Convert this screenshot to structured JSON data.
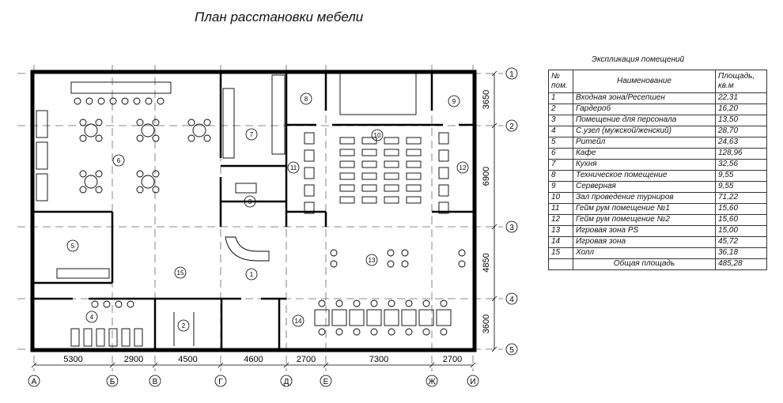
{
  "title": "План расстановки мебели",
  "explication": {
    "title": "Экспликация помещений",
    "headers": {
      "num": "№ пом.",
      "name": "Наименование",
      "area": "Площадь, кв.м"
    },
    "rows": [
      {
        "num": "1",
        "name": "Входная зона/Ресепшен",
        "area": "22,31"
      },
      {
        "num": "2",
        "name": "Гардероб",
        "area": "16,20"
      },
      {
        "num": "3",
        "name": "Помещение для персонала",
        "area": "13,50"
      },
      {
        "num": "4",
        "name": "С.узел (мужской/женский)",
        "area": "28,70"
      },
      {
        "num": "5",
        "name": "Ритейл",
        "area": "24,63"
      },
      {
        "num": "6",
        "name": "Кафе",
        "area": "128,96"
      },
      {
        "num": "7",
        "name": "Кухня",
        "area": "32,56"
      },
      {
        "num": "8",
        "name": "Техническое помещение",
        "area": "9,55"
      },
      {
        "num": "9",
        "name": "Серверная",
        "area": "9,55"
      },
      {
        "num": "10",
        "name": "Зал проведение турниров",
        "area": "71,22"
      },
      {
        "num": "11",
        "name": "Гейм рум помещение №1",
        "area": "15,60"
      },
      {
        "num": "12",
        "name": "Гейм рум помещение №2",
        "area": "15,60"
      },
      {
        "num": "13",
        "name": "Игровая зона PS",
        "area": "15,00"
      },
      {
        "num": "14",
        "name": "Игровая зона",
        "area": "45,72"
      },
      {
        "num": "15",
        "name": "Холл",
        "area": "36,18"
      }
    ],
    "total": {
      "label": "Общая площадь",
      "area": "485,28"
    }
  },
  "plan": {
    "axes_bottom": [
      "А",
      "Б",
      "В",
      "Г",
      "Д",
      "Е",
      "Ж",
      "И"
    ],
    "dims_bottom": [
      "5300",
      "2900",
      "4500",
      "4600",
      "2700",
      "7300",
      "2700"
    ],
    "axes_right": [
      "1",
      "2",
      "3",
      "4",
      "5"
    ],
    "dims_right": [
      "3650",
      "6900",
      "4850",
      "3600"
    ],
    "room_numbers": [
      "1",
      "2",
      "3",
      "4",
      "5",
      "6",
      "7",
      "8",
      "9",
      "10",
      "11",
      "12",
      "13",
      "14",
      "15"
    ]
  }
}
